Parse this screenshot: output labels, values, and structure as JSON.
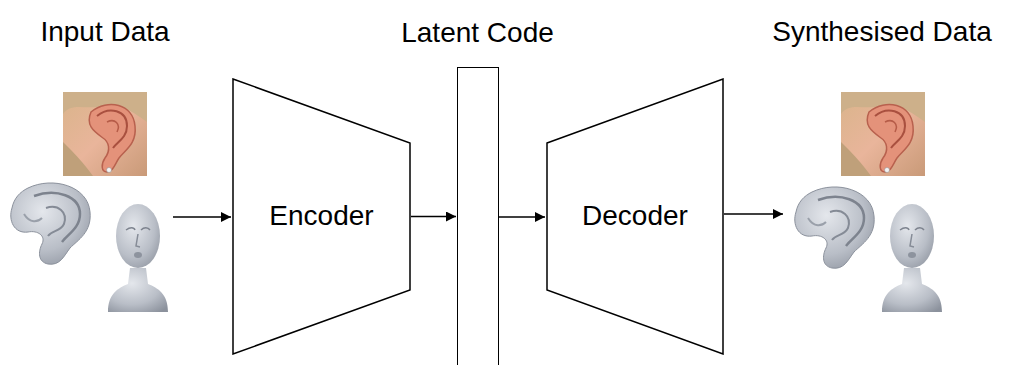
{
  "diagram": {
    "nodes": [
      {
        "text": [
          "Encoder"
        ]
      },
      {
        "text": [
          "Latent Code"
        ]
      },
      {
        "text": [
          "Decoder"
        ]
      }
    ],
    "edges": [
      {
        "from": 0,
        "to": 1,
        "arrow": "to"
      },
      {
        "from": 1,
        "to": 2,
        "arrow": "to"
      }
    ],
    "labels": [
      "Input Data",
      "Synthesised Data"
    ]
  }
}
